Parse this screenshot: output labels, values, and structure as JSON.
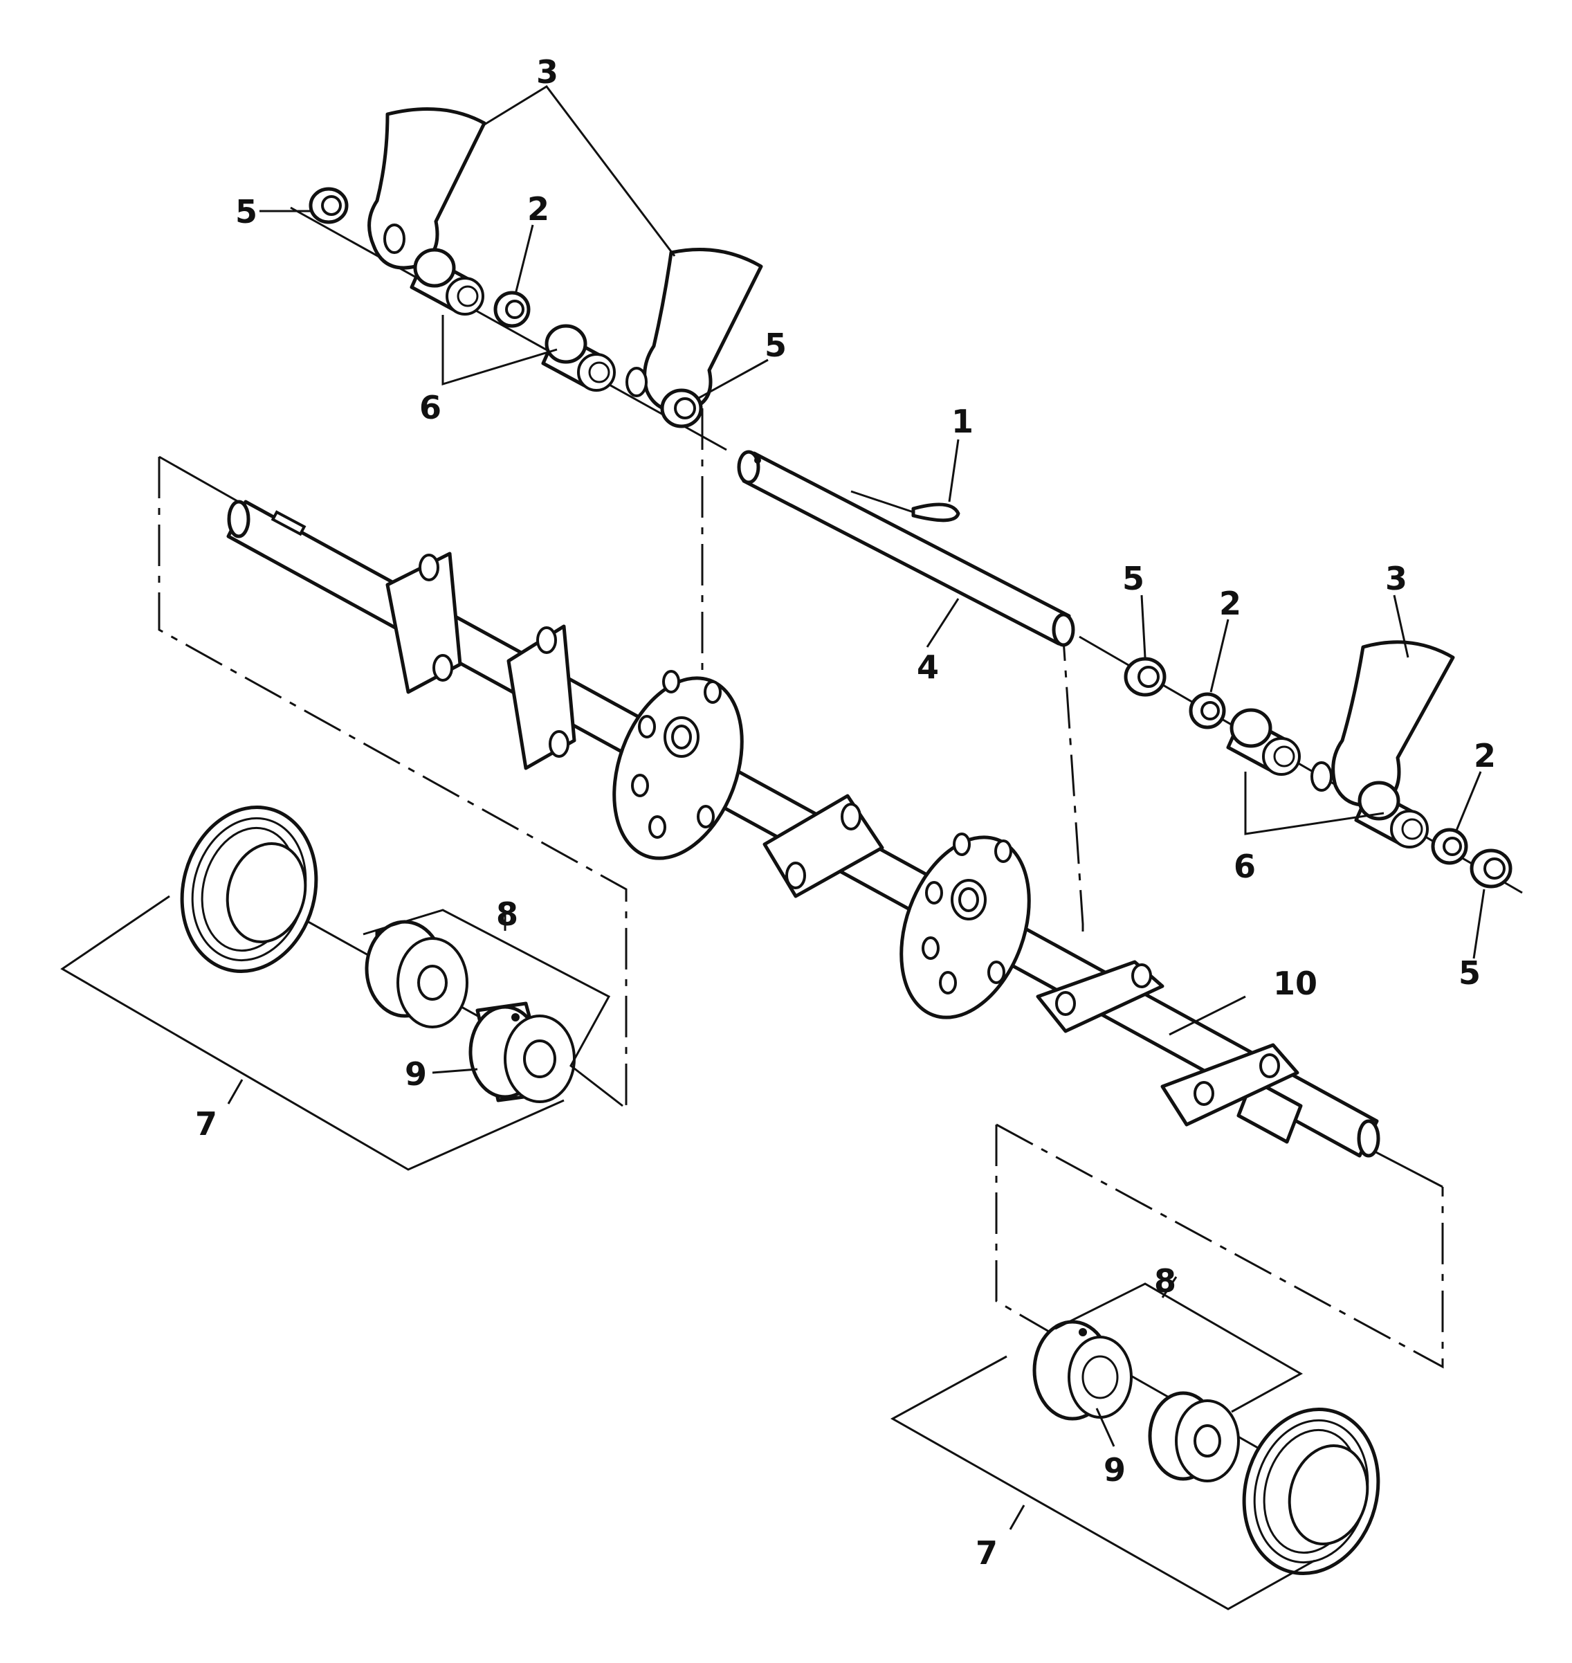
{
  "callouts": [
    {
      "id": "c3a",
      "text": "3"
    },
    {
      "id": "c5a",
      "text": "5"
    },
    {
      "id": "c2a",
      "text": "2"
    },
    {
      "id": "c5b",
      "text": "5"
    },
    {
      "id": "c6a",
      "text": "6"
    },
    {
      "id": "c1",
      "text": "1"
    },
    {
      "id": "c5c",
      "text": "5"
    },
    {
      "id": "c2b",
      "text": "2"
    },
    {
      "id": "c3b",
      "text": "3"
    },
    {
      "id": "c4",
      "text": "4"
    },
    {
      "id": "c2c",
      "text": "2"
    },
    {
      "id": "c6b",
      "text": "6"
    },
    {
      "id": "c5d",
      "text": "5"
    },
    {
      "id": "c8a",
      "text": "8"
    },
    {
      "id": "c10",
      "text": "10"
    },
    {
      "id": "c9a",
      "text": "9"
    },
    {
      "id": "c7a",
      "text": "7"
    },
    {
      "id": "c8b",
      "text": "8"
    },
    {
      "id": "c9b",
      "text": "9"
    },
    {
      "id": "c7b",
      "text": "7"
    }
  ],
  "icons": [
    "pivot-arm-icon",
    "spacer-sleeve-icon",
    "washer-icon",
    "cotter-pin-icon",
    "shaft-icon",
    "hub-flange-icon",
    "bearing-icon",
    "lock-collar-icon"
  ]
}
